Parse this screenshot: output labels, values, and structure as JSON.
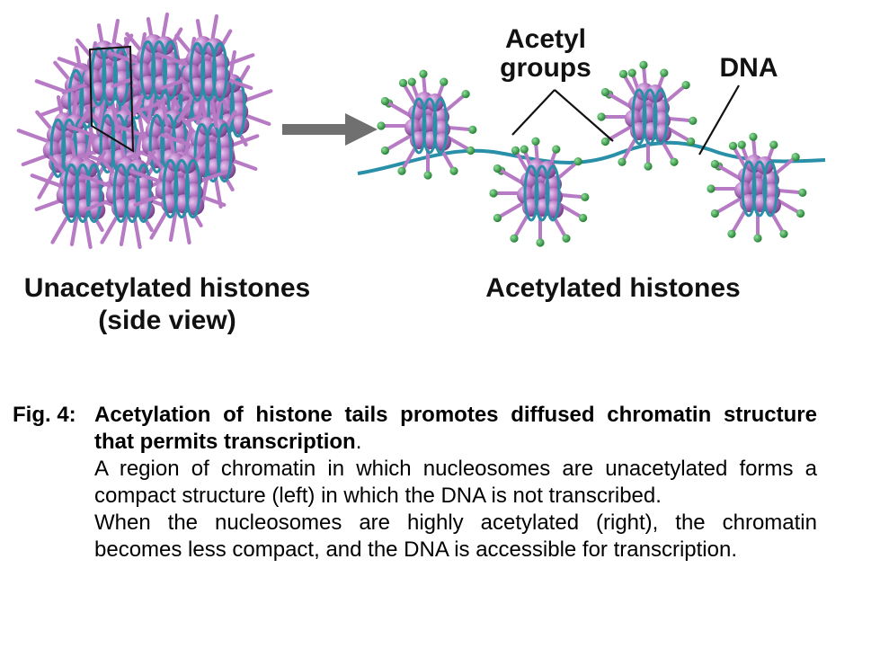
{
  "labels": {
    "acetyl_line1": "Acetyl",
    "acetyl_line2": "groups",
    "dna": "DNA",
    "unacetylated_line1": "Unacetylated histones",
    "unacetylated_line2": "(side view)",
    "acetylated": "Acetylated histones"
  },
  "caption": {
    "number": "Fig. 4:",
    "title": "Acetylation of histone tails promotes diffused chromatin structure that permits transcription",
    "title_end": ".",
    "paragraphs": [
      "A region of chromatin in which nucleosomes are unacetylated forms a compact structure (left) in which the DNA is not transcribed.",
      "When the nucleosomes are highly acetylated (right), the chromatin becomes less compact, and the DNA is accessible for transcription."
    ]
  },
  "colors": {
    "histone": "#a869b8",
    "histone_light": "#d5a6de",
    "tail": "#b77ac4",
    "dna": "#2a8fa8",
    "acetyl": "#3ea84a",
    "arrow": "#707070"
  }
}
